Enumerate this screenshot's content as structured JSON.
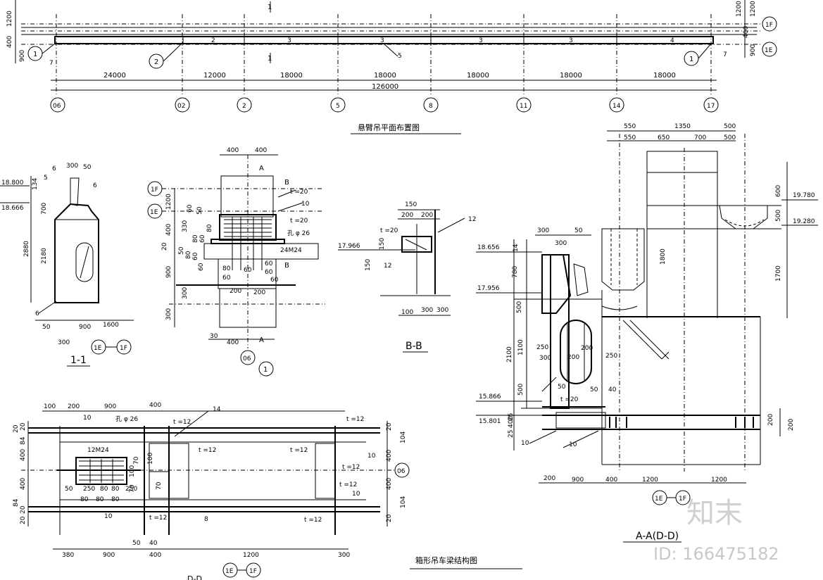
{
  "plan": {
    "title": "悬臂吊平面布置图",
    "member_numbers": [
      "1",
      "2",
      "3",
      "3",
      "3",
      "3",
      "4"
    ],
    "callouts": [
      "1",
      "2",
      "5",
      "7",
      "1",
      "7"
    ],
    "dims": [
      "24000",
      "12000",
      "18000",
      "18000",
      "18000",
      "18000",
      "18000"
    ],
    "total": "126000",
    "axes": [
      "06",
      "02",
      "2",
      "5",
      "8",
      "11",
      "14",
      "17"
    ],
    "left_dims": [
      "1200",
      "400",
      "900"
    ],
    "right_dims": [
      "1200",
      "1200",
      "400",
      "900"
    ],
    "right_axes": [
      "1F",
      "1E"
    ],
    "section_marks": [
      "1",
      "1"
    ]
  },
  "sec11": {
    "title": "1-1",
    "elev_top": "18.800",
    "elev_mid": "18.666",
    "dims_top": [
      "300",
      "50",
      "6",
      "5",
      "6",
      "134"
    ],
    "dims_side": [
      "700",
      "2180",
      "2880"
    ],
    "dims_bottom": [
      "50",
      "900",
      "1600",
      "300"
    ],
    "weld": "6",
    "axes": [
      "1E",
      "1F"
    ]
  },
  "node1": {
    "title": "1",
    "axes_top": [
      "1F",
      "1E"
    ],
    "axis_bottom": "06",
    "dims_top": [
      "400",
      "400"
    ],
    "dims_bottom": [
      "30",
      "400"
    ],
    "dims_left": [
      "1200",
      "400",
      "20",
      "900",
      "300",
      "300"
    ],
    "dims_inner": [
      "330",
      "60",
      "80",
      "50",
      "80",
      "60",
      "80",
      "60",
      "50",
      "60",
      "60",
      "80",
      "60",
      "60",
      "60",
      "200",
      "200"
    ],
    "labels": [
      "A",
      "A",
      "B",
      "B",
      "t =20",
      "t =20",
      "10",
      "孔 φ 26",
      "24M24"
    ]
  },
  "secBB": {
    "title": "B-B",
    "elev": "17.966",
    "dims": [
      "150",
      "200",
      "200",
      "150",
      "150",
      "100",
      "300",
      "300"
    ],
    "labels": [
      "t =20",
      "12",
      "12"
    ]
  },
  "secAA": {
    "title": "A-A(D-D)",
    "elevs": [
      "19.780",
      "19.280",
      "18.656",
      "17.956",
      "15.866",
      "15.801"
    ],
    "dims_top1": [
      "550",
      "1350",
      "500"
    ],
    "dims_top2": [
      "550",
      "650",
      "700",
      "500"
    ],
    "dims_right": [
      "600",
      "500",
      "1700",
      "200",
      "200"
    ],
    "dims_mid": [
      "1800"
    ],
    "dims_left": [
      "300",
      "50",
      "300",
      "14",
      "780",
      "500",
      "2100",
      "1100",
      "500",
      "25",
      "25",
      "400"
    ],
    "dims_inner": [
      "250",
      "300",
      "200",
      "200",
      "250",
      "50",
      "50",
      "40"
    ],
    "dims_bottom": [
      "200",
      "900",
      "400",
      "1200",
      "1200"
    ],
    "labels": [
      "t =20",
      "10",
      "10"
    ],
    "axes": [
      "1E",
      "1F"
    ]
  },
  "beam": {
    "title": "箱形吊车梁结构图",
    "subtitle": "D-D",
    "axis": "06",
    "axes_bottom": [
      "1E",
      "1F"
    ],
    "dims_top": [
      "100",
      "200",
      "900",
      "400"
    ],
    "dims_bottom": [
      "380",
      "900",
      "400",
      "1200",
      "300"
    ],
    "dims_left": [
      "20",
      "20",
      "84",
      "400",
      "400",
      "84",
      "20",
      "20"
    ],
    "dims_right": [
      "20",
      "104",
      "400",
      "400",
      "104",
      "20"
    ],
    "labels": [
      "10",
      "孔 φ 26",
      "14",
      "t =12",
      "t =12",
      "t =12",
      "t =12",
      "t =12",
      "t =12",
      "t =12",
      "t =12",
      "12M24",
      "10",
      "10",
      "10",
      "8",
      "50",
      "40"
    ],
    "inner_dims": [
      "100",
      "70",
      "100",
      "70",
      "70",
      "50",
      "250",
      "80",
      "80",
      "250",
      "80",
      "80",
      "80"
    ]
  },
  "watermark": {
    "brand": "知末",
    "id": "ID: 166475182"
  }
}
